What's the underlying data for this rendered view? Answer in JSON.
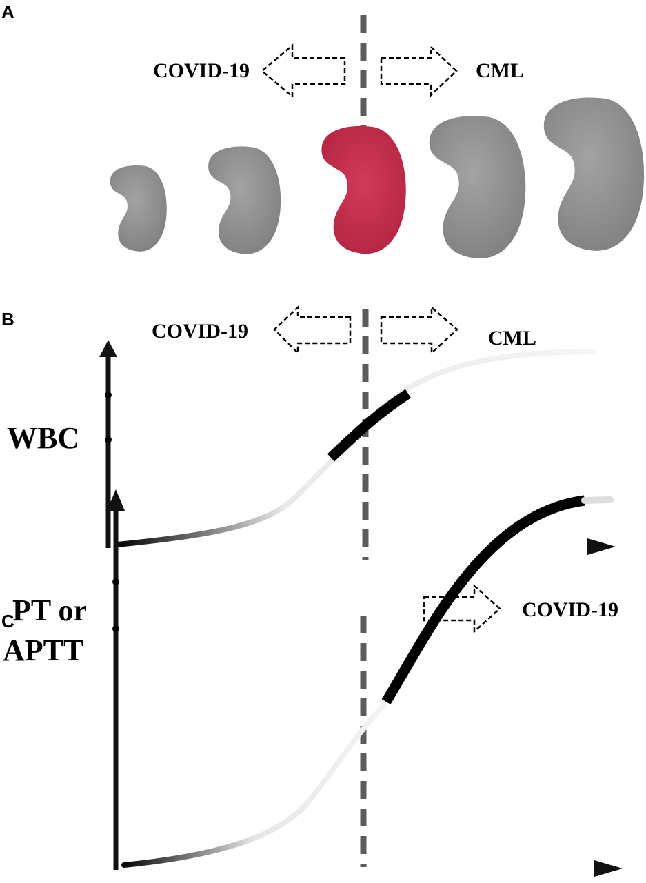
{
  "panels": {
    "a": {
      "letter": "A",
      "left_arrow_label": "COVID-19",
      "right_arrow_label": "CML",
      "spleens": [
        {
          "fill": "#8f8f8f",
          "highlight": false
        },
        {
          "fill": "#8f8f8f",
          "highlight": false
        },
        {
          "fill": "#c42e4f",
          "highlight": true
        },
        {
          "fill": "#8f8f8f",
          "highlight": false
        },
        {
          "fill": "#8f8f8f",
          "highlight": false
        }
      ]
    },
    "b": {
      "letter": "B",
      "left_arrow_label": "COVID-19",
      "right_arrow_label": "CML",
      "y_label": "WBC"
    },
    "c": {
      "letter": "C",
      "right_arrow_label": "COVID-19",
      "y_label_line1": "PT or",
      "y_label_line2": "APTT"
    }
  },
  "colors": {
    "divider": "#5c5c5c",
    "spleen_gray": "#8f8f8f",
    "spleen_red": "#c42e4f",
    "axis": "#111111"
  }
}
